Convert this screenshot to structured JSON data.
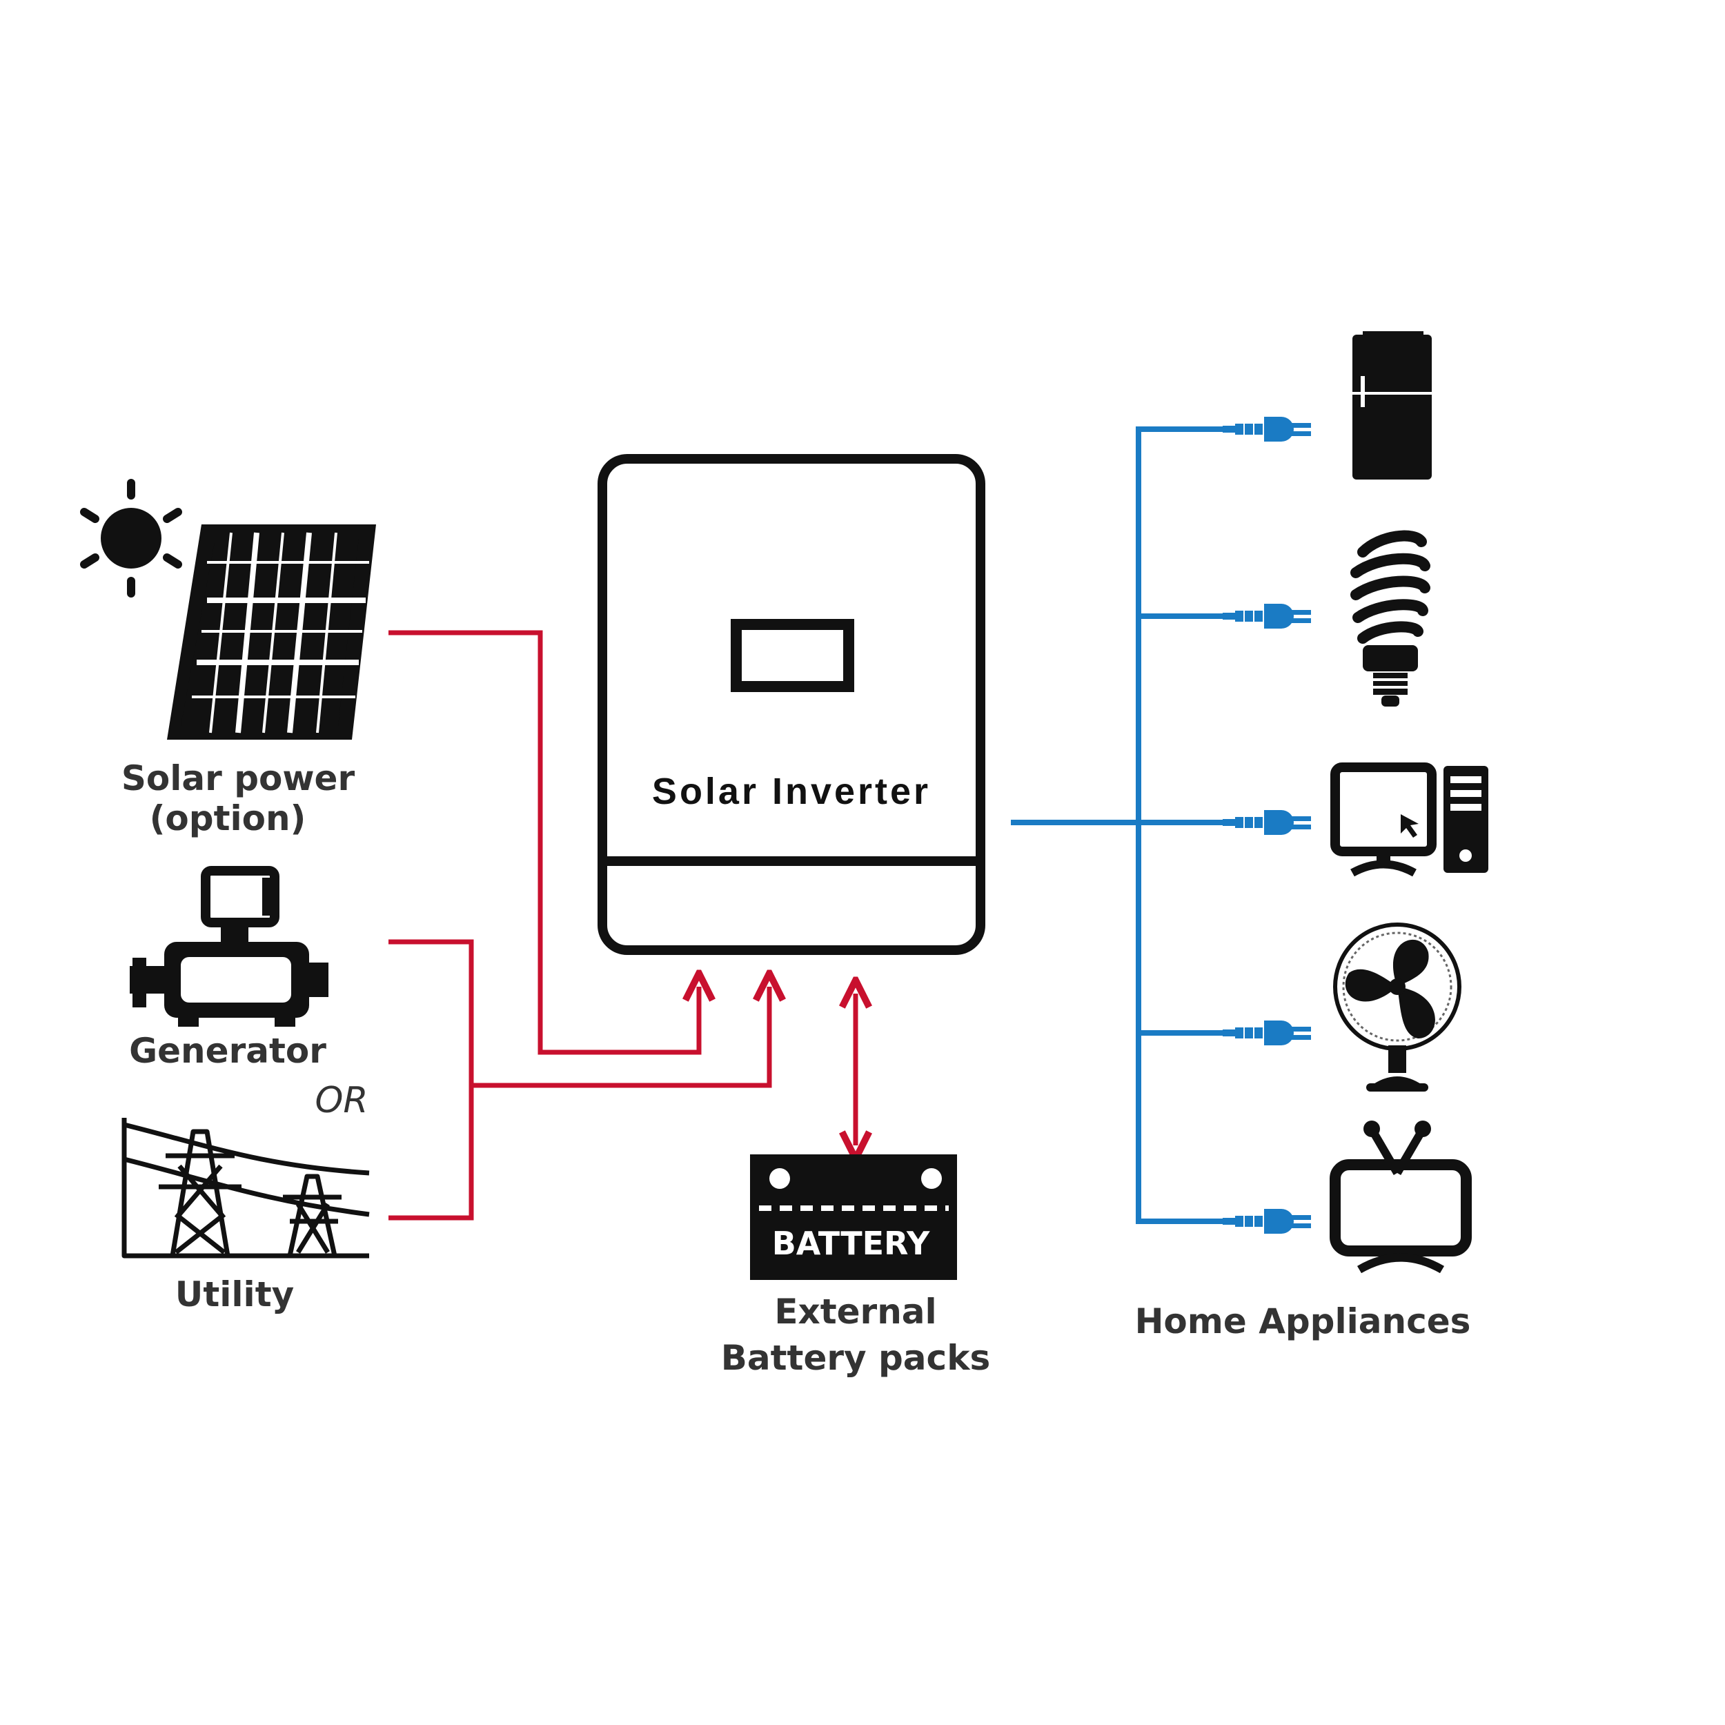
{
  "sources": {
    "solar_label_line1": "Solar power",
    "solar_label_line2": "(option)",
    "generator_label": "Generator",
    "or_label": "OR",
    "utility_label": "Utility"
  },
  "inverter": {
    "title": "Solar Inverter"
  },
  "battery": {
    "badge": "BATTERY",
    "label_line1": "External",
    "label_line2": "Battery packs"
  },
  "loads": {
    "label": "Home Appliances",
    "icons": [
      "refrigerator-icon",
      "light-bulb-icon",
      "desktop-computer-icon",
      "fan-icon",
      "television-icon"
    ]
  },
  "colors": {
    "input_line": "#c8102e",
    "output_line": "#1a7bc4",
    "icon": "#111111"
  }
}
